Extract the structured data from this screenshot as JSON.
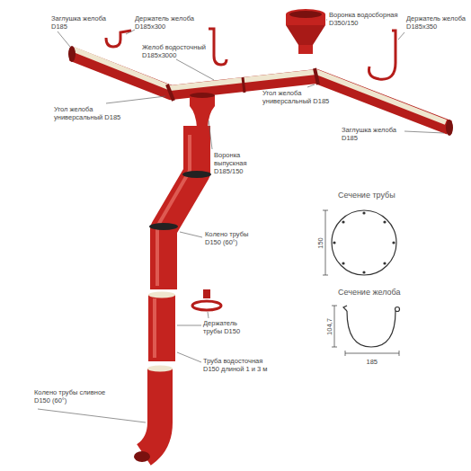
{
  "diagram": {
    "labels": [
      "Заглушка желоба D185",
      "Держатель желоба D185x300",
      "Воронка водосборная D350/150",
      "Держатель желоба D185x350",
      "Желоб водосточный D185x3000",
      "Угол желоба универсальный D185",
      "Угол желоба универсальный D185",
      "Заглушка желоба D185",
      "Воронка выпускная D185/150",
      "Сечение трубы",
      "150",
      "Колено трубы D150 (60°)",
      "Сечение желоба",
      "104,7",
      "185",
      "Держатель трубы D150",
      "Труба водосточная D150 длиной 1 и 3 м",
      "Колено трубы сливное D150 (60°)"
    ]
  }
}
